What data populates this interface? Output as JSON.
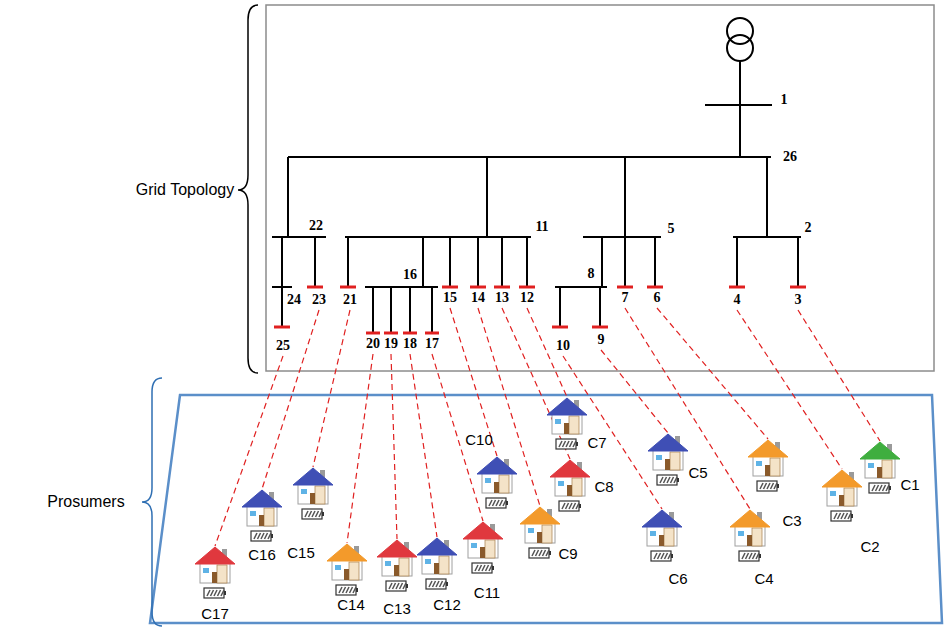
{
  "diagram": {
    "nodes": [
      {
        "text": [
          "C1"
        ]
      },
      {
        "text": [
          "C2"
        ]
      },
      {
        "text": [
          "C3"
        ]
      },
      {
        "text": [
          "C4"
        ]
      },
      {
        "text": [
          "C5"
        ]
      },
      {
        "text": [
          "C6"
        ]
      },
      {
        "text": [
          "C7"
        ]
      },
      {
        "text": [
          "C8"
        ]
      },
      {
        "text": [
          "C9"
        ]
      },
      {
        "text": [
          "C10"
        ]
      },
      {
        "text": [
          "C11"
        ]
      },
      {
        "text": [
          "C12"
        ]
      },
      {
        "text": [
          "C13"
        ]
      },
      {
        "text": [
          "C14"
        ]
      },
      {
        "text": [
          "C15"
        ]
      },
      {
        "text": [
          "C16"
        ]
      },
      {
        "text": [
          "C17"
        ]
      }
    ],
    "labels": [
      "Grid Topology",
      "Prosumers",
      "1",
      "26",
      "22",
      "11",
      "5",
      "2",
      "24",
      "23",
      "21",
      "16",
      "15",
      "14",
      "13",
      "12",
      "8",
      "7",
      "6",
      "4",
      "3",
      "25",
      "20",
      "19",
      "18",
      "17",
      "10",
      "9"
    ]
  }
}
